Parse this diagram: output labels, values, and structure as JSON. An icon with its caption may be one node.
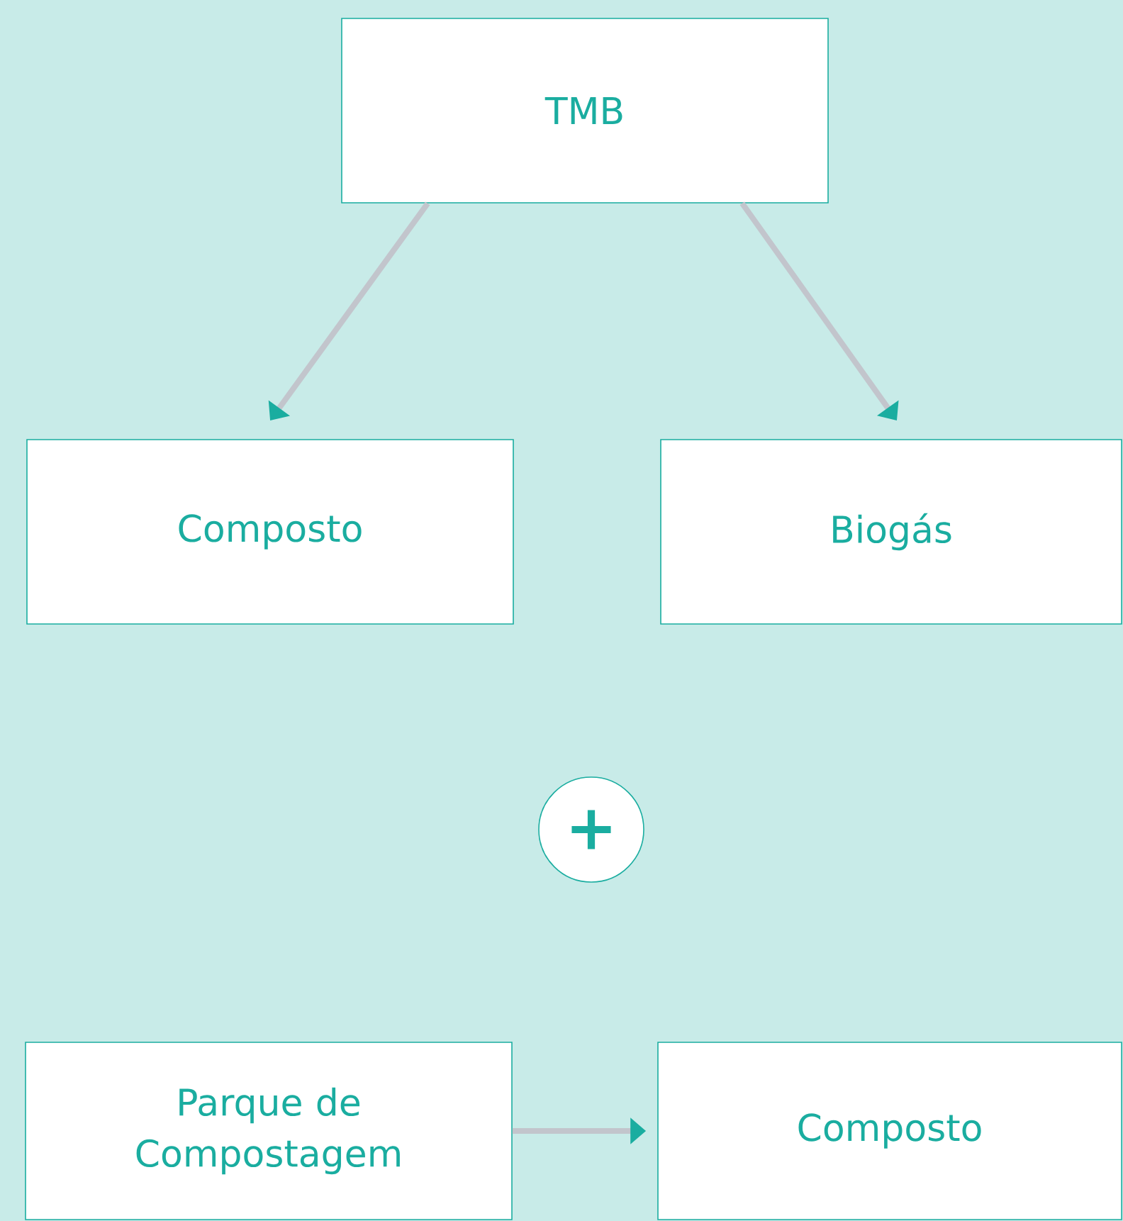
{
  "diagram": {
    "nodes": [
      {
        "text": [
          "TMB"
        ]
      },
      {
        "text": [
          "Composto"
        ]
      },
      {
        "text": [
          "Biogás"
        ]
      },
      {
        "text": [
          "+"
        ]
      },
      {
        "text": [
          "Parque de Compostagem"
        ]
      },
      {
        "text": [
          "Composto"
        ]
      }
    ],
    "edges": [
      {
        "from": 0,
        "to": 1,
        "arrow": "to"
      },
      {
        "from": 0,
        "to": 2,
        "arrow": "to"
      },
      {
        "from": 4,
        "to": 5,
        "arrow": "to"
      }
    ]
  }
}
